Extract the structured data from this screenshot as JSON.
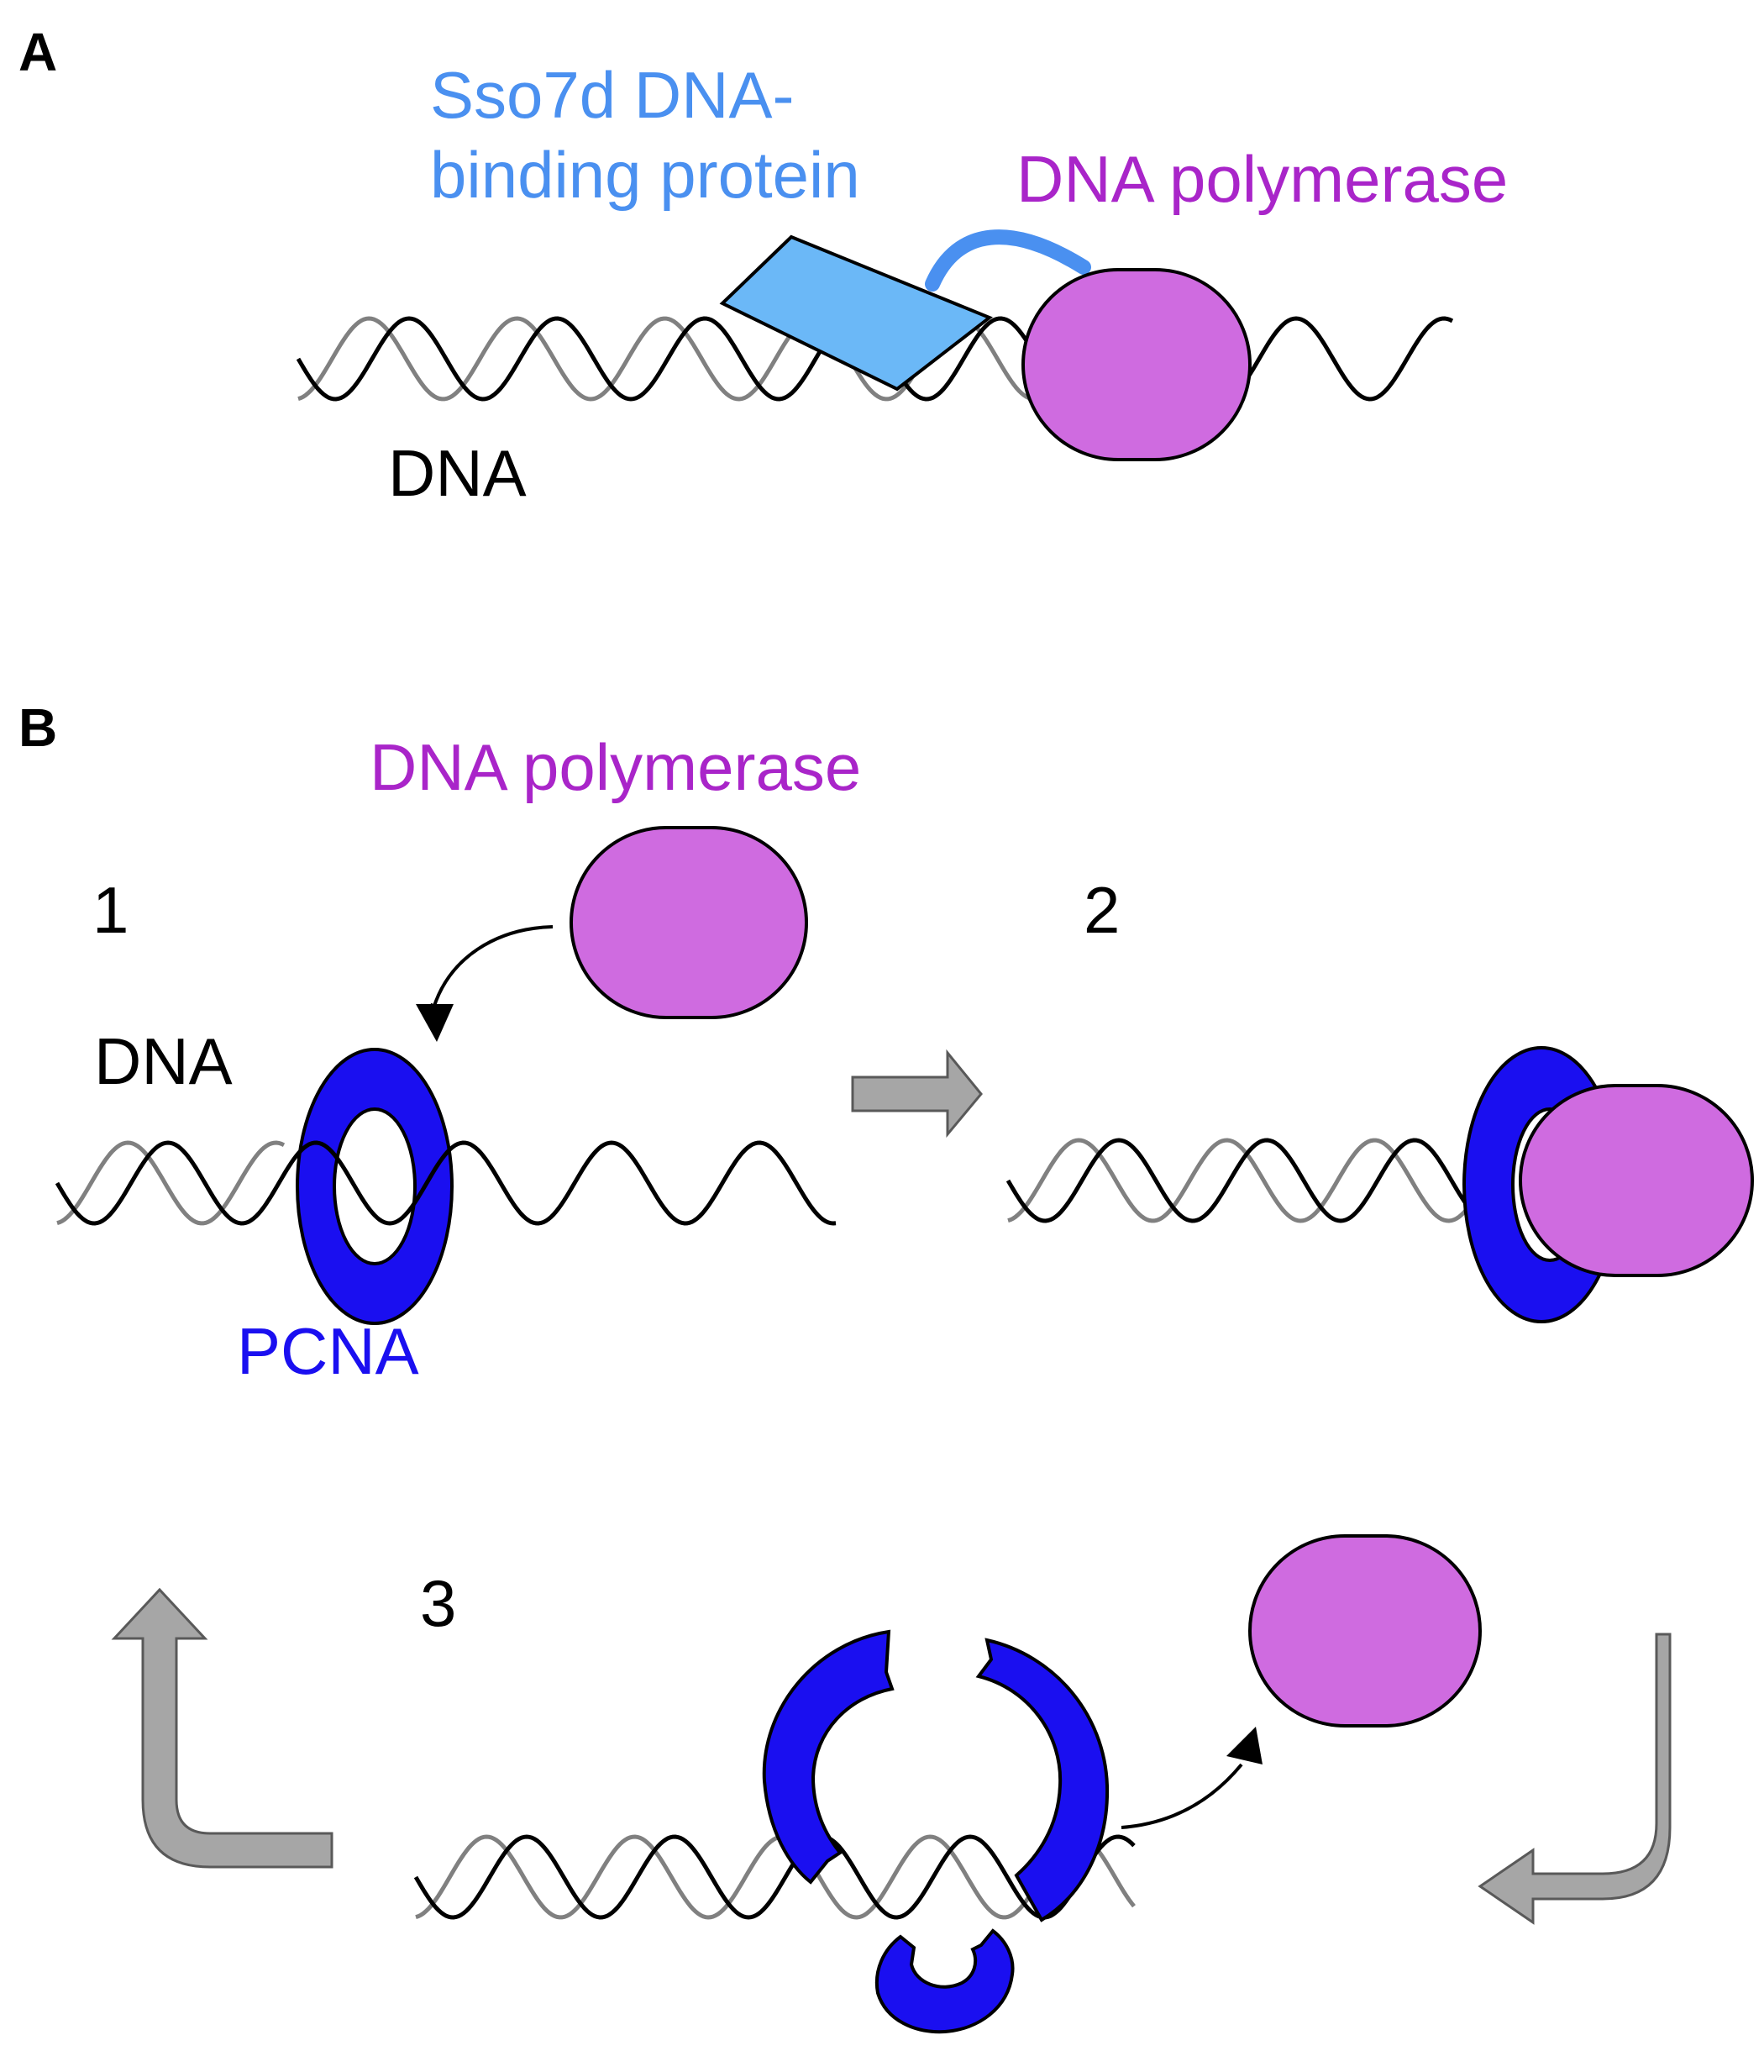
{
  "panel_a": {
    "letter": "A",
    "sso7d_label_line1": "Sso7d DNA-",
    "sso7d_label_line2": "binding protein",
    "polymerase_label": "DNA polymerase",
    "dna_label": "DNA"
  },
  "panel_b": {
    "letter": "B",
    "polymerase_label": "DNA polymerase",
    "dna_label": "DNA",
    "pcna_label": "PCNA",
    "step_1": "1",
    "step_2": "2",
    "step_3": "3"
  },
  "colors": {
    "sso7d_text": "#4a90f0",
    "sso7d_fill": "#6bb8f7",
    "sso7d_linker": "#4a90f0",
    "polymerase_text": "#a925c9",
    "polymerase_fill": "#cf6be0",
    "pcna": "#1a0ff0",
    "dna_dark": "#000000",
    "dna_light": "#808080",
    "process_arrow": "#a6a6a6"
  },
  "icons": {
    "polymerase": "rounded-capsule-shape",
    "sso7d": "diamond-shape",
    "pcna": "ring-shape",
    "process_arrow": "block-arrow-icon"
  }
}
